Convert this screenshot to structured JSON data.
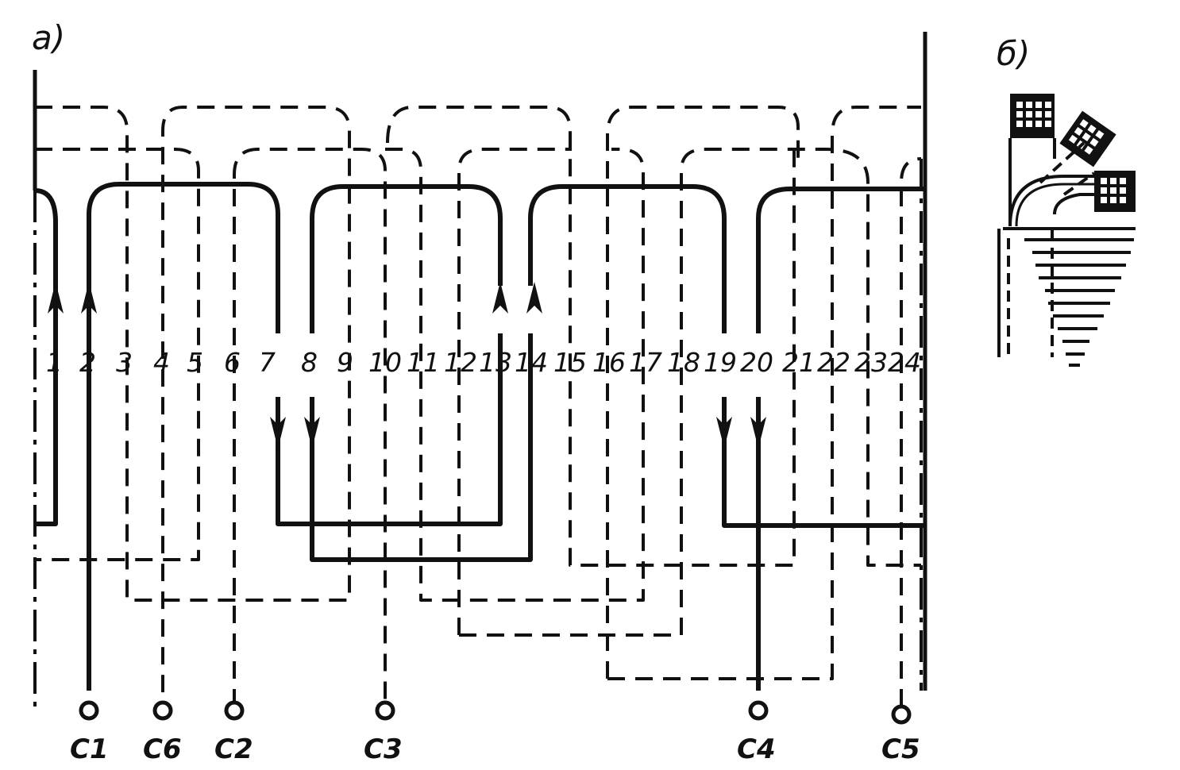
{
  "panels": {
    "a": "а)",
    "b": "б)"
  },
  "slots": [
    "1",
    "2",
    "3",
    "4",
    "5",
    "6",
    "7",
    "8",
    "9",
    "10",
    "11",
    "12",
    "13",
    "14",
    "15",
    "16",
    "17",
    "18",
    "19",
    "20",
    "21",
    "22",
    "23",
    "24"
  ],
  "terminals": [
    "C1",
    "C6",
    "C2",
    "C3",
    "C4",
    "C5"
  ],
  "colors": {
    "ink": "#111111",
    "background": "#ffffff"
  }
}
